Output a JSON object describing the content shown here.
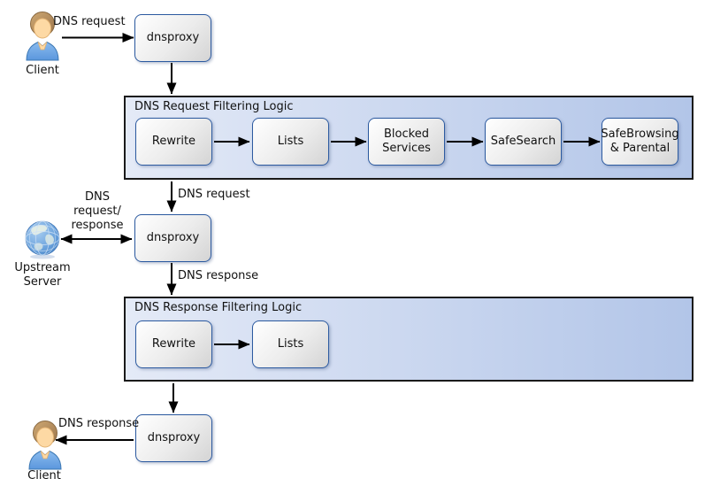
{
  "nodes": {
    "client_top": {
      "label": "Client",
      "icon": "person-icon"
    },
    "client_bottom": {
      "label": "Client",
      "icon": "person-icon"
    },
    "upstream": {
      "label": "Upstream Server",
      "icon": "globe-icon"
    },
    "dnsproxy_top": {
      "label": "dnsproxy"
    },
    "dnsproxy_middle": {
      "label": "dnsproxy"
    },
    "dnsproxy_bottom": {
      "label": "dnsproxy"
    }
  },
  "containers": {
    "request": {
      "title": "DNS Request Filtering Logic",
      "boxes": [
        {
          "label": "Rewrite"
        },
        {
          "label": "Lists"
        },
        {
          "label": "Blocked Services"
        },
        {
          "label": "SafeSearch"
        },
        {
          "label": "SafeBrowsing & Parental"
        }
      ]
    },
    "response": {
      "title": "DNS Response Filtering Logic",
      "boxes": [
        {
          "label": "Rewrite"
        },
        {
          "label": "Lists"
        }
      ]
    }
  },
  "edges": {
    "client_to_proxy": {
      "label": "DNS request"
    },
    "logic_to_proxy_middle": {
      "label": "DNS request"
    },
    "upstream_link": {
      "lines": [
        "DNS",
        "request/",
        "response"
      ]
    },
    "proxy_middle_to_logic": {
      "label": "DNS response"
    },
    "proxy_bottom_to_client": {
      "label": "DNS response"
    }
  },
  "colors": {
    "box_border": "#2c5aa0",
    "container_gradient_left": "#e4eaf7",
    "container_gradient_right": "#b2c5e8",
    "arrow": "#000000"
  }
}
